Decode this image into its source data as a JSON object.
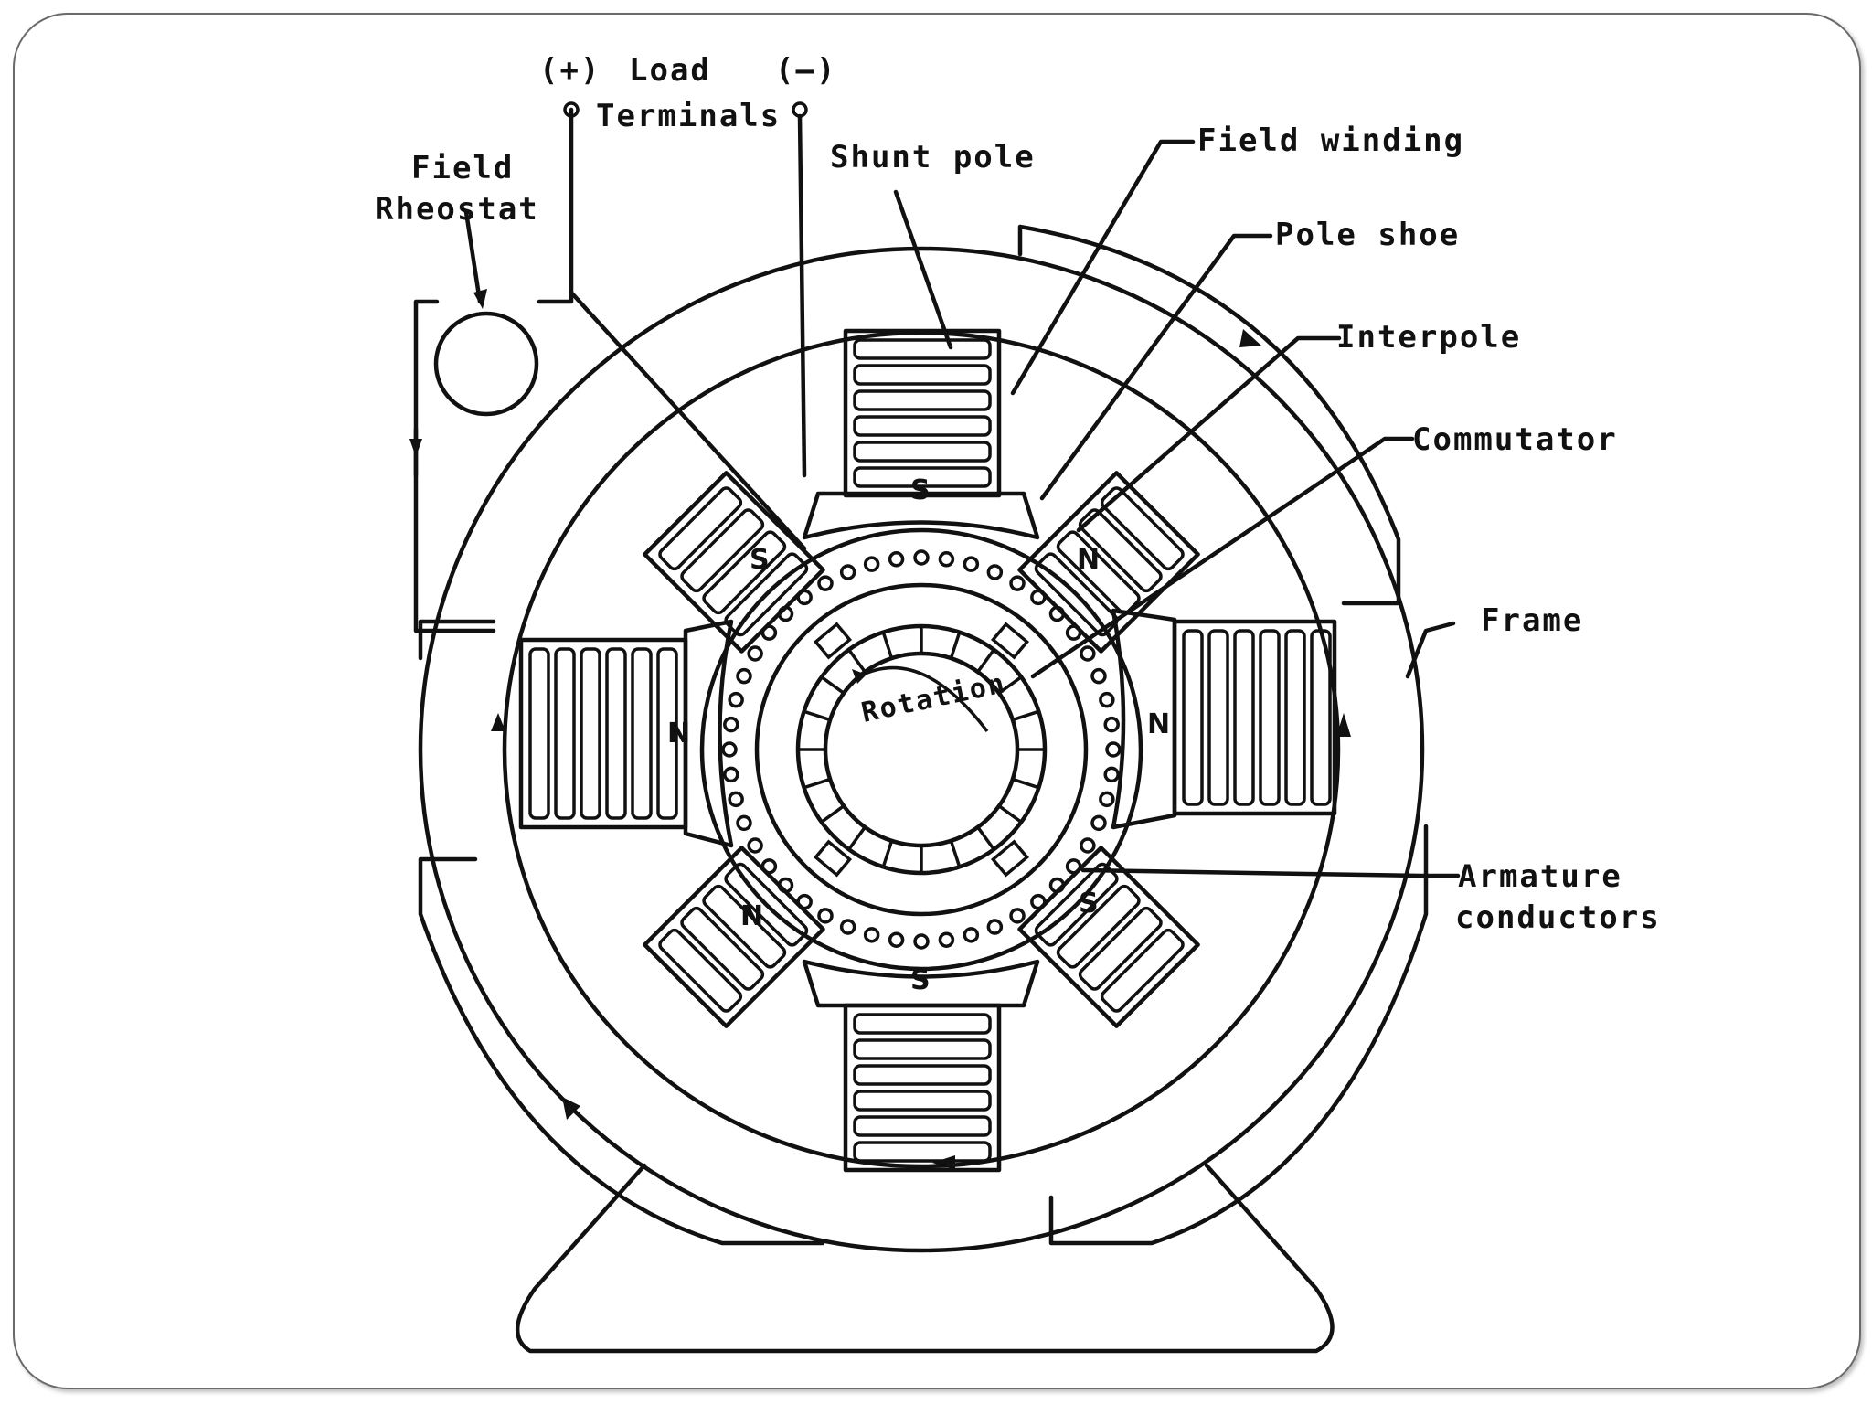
{
  "labels": {
    "plus": "(+)",
    "load": "Load",
    "minus": "(–)",
    "terminals": "Terminals",
    "field_rheostat_line1": "Field",
    "field_rheostat_line2": "Rheostat",
    "shunt_pole": "Shunt pole",
    "field_winding": "Field winding",
    "pole_shoe": "Pole shoe",
    "interpole": "Interpole",
    "commutator": "Commutator",
    "frame": "Frame",
    "armature_line1": "Armature",
    "armature_line2": "conductors",
    "rotation": "Rotation"
  },
  "poles": {
    "top": "S",
    "bottom": "S",
    "left": "N",
    "right": "N",
    "interpole_top_left": "S",
    "interpole_top_right": "N",
    "interpole_bottom_left": "N",
    "interpole_bottom_right": "S"
  }
}
